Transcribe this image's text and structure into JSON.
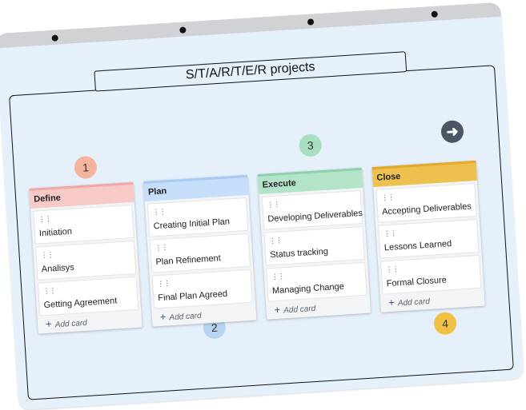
{
  "board": {
    "title": "S/T/A/R/T/E/R projects",
    "next_icon": "arrow-right-circle-icon",
    "pin_icon": "pin-icon"
  },
  "lists": [
    {
      "name": "Define",
      "color": "#f7c9c7",
      "border": "#f0a8a4",
      "step": "1",
      "step_color": "#f4b39f",
      "cards": [
        "Initiation",
        "Analisys",
        "Getting Agreement"
      ],
      "add_label": "Add card"
    },
    {
      "name": "Plan",
      "color": "#c7defb",
      "border": "#a9c9f3",
      "step": "2",
      "step_color": "#b7d4f2",
      "cards": [
        "Creating Initial Plan",
        "Plan Refinement",
        "Final Plan Agreed"
      ],
      "add_label": "Add card"
    },
    {
      "name": "Execute",
      "color": "#b3e3c8",
      "border": "#8fd1ad",
      "step": "3",
      "step_color": "#a7dfc0",
      "cards": [
        "Developing Deliverables",
        "Status tracking",
        "Managing Change"
      ],
      "add_label": "Add card"
    },
    {
      "name": "Close",
      "color": "#eec14f",
      "border": "#e2a92a",
      "step": "4",
      "step_color": "#f0c145",
      "cards": [
        "Accepting Deliverables",
        "Lessons Learned",
        "Formal Closure"
      ],
      "add_label": "Add card"
    }
  ]
}
